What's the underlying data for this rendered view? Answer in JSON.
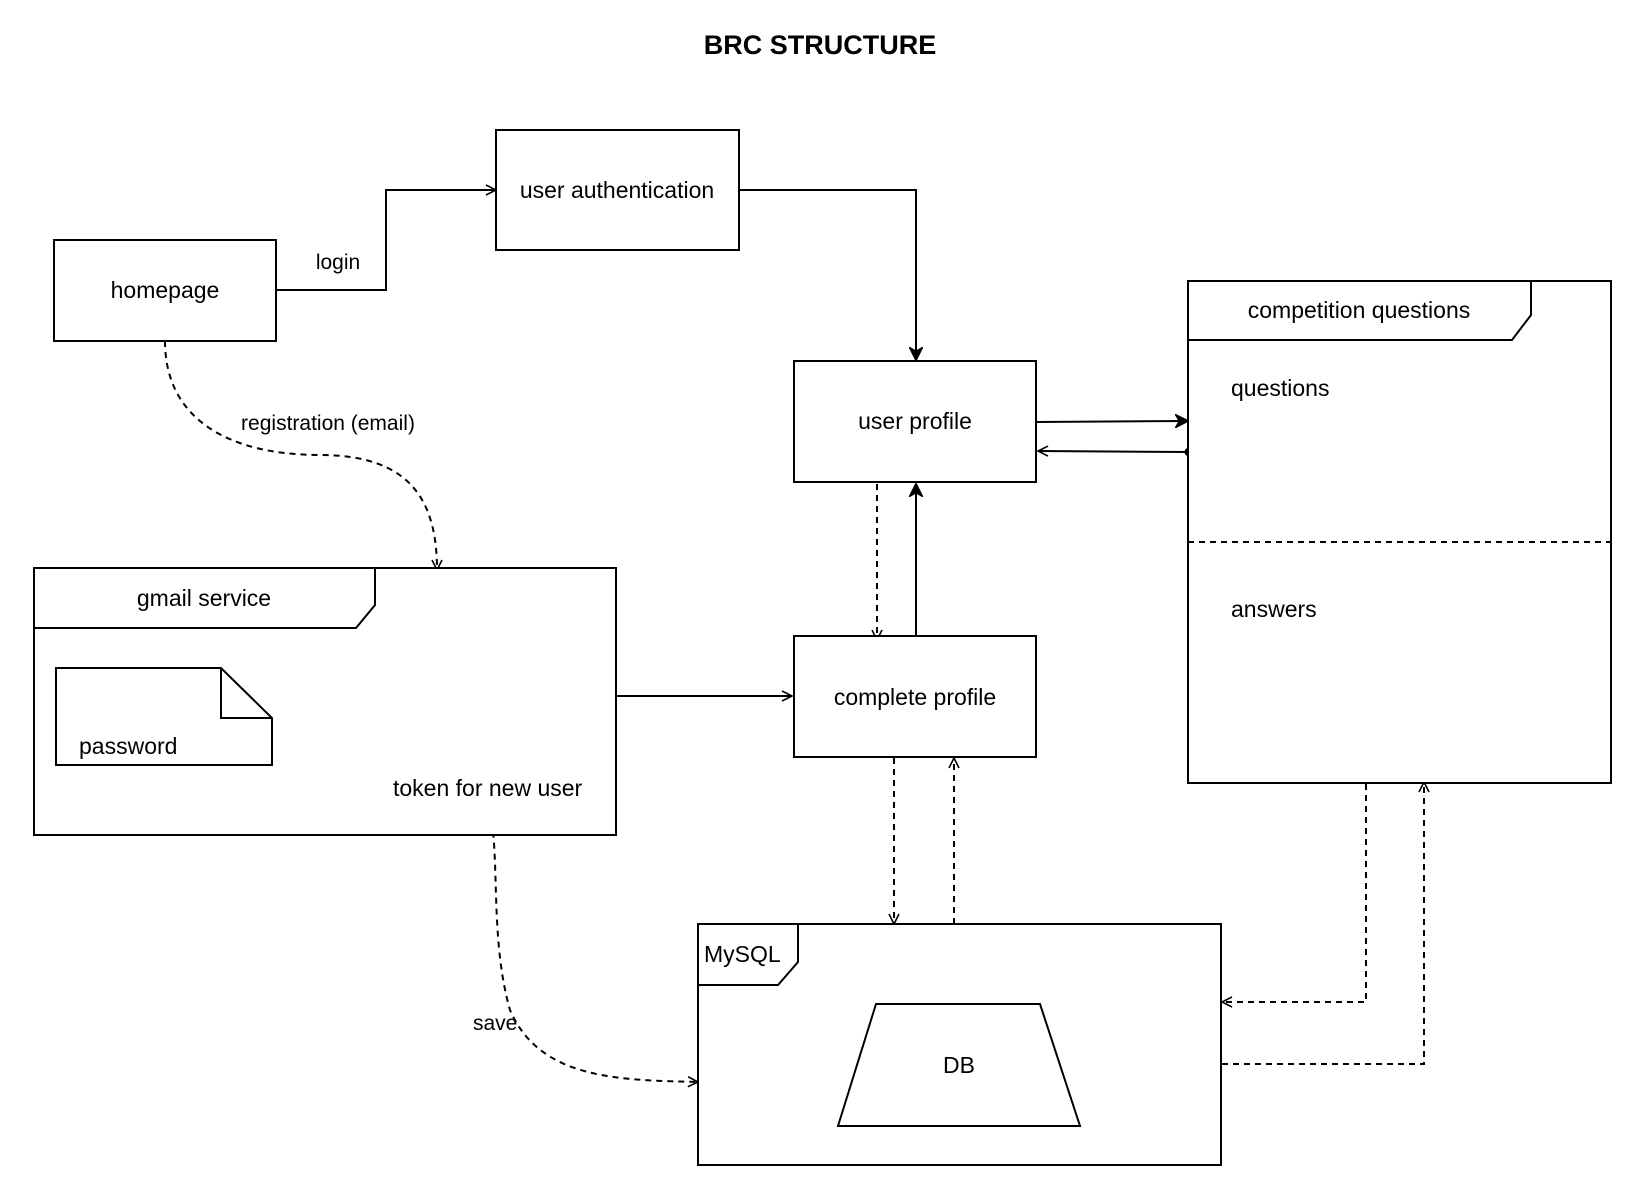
{
  "title": "BRC STRUCTURE",
  "nodes": {
    "homepage": "homepage",
    "user_authentication": "user authentication",
    "user_profile": "user profile",
    "complete_profile": "complete profile",
    "competition_questions": {
      "title": "competition questions",
      "questions": "questions",
      "answers": "answers"
    },
    "gmail_service": {
      "title": "gmail service",
      "password": "password",
      "token": "token for new user"
    },
    "mysql": {
      "title": "MySQL",
      "db": "DB"
    }
  },
  "edge_labels": {
    "login": "login",
    "registration": "registration (email)",
    "save": "save"
  }
}
